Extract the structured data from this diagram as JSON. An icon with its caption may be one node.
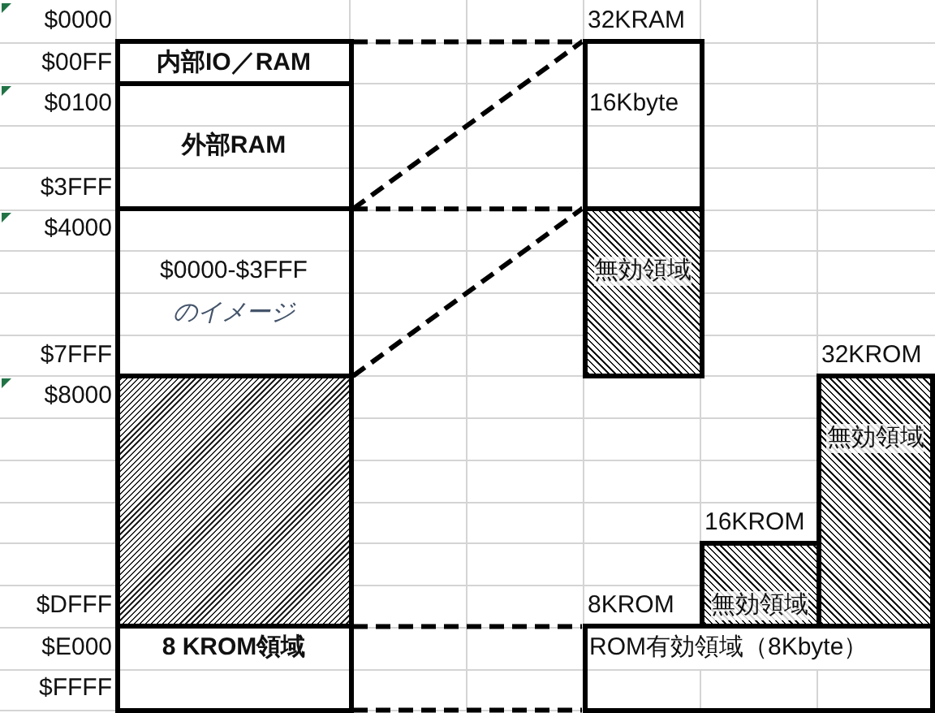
{
  "diagram": {
    "nodes": [
      {
        "text": [
          "内部IO／RAM"
        ]
      },
      {
        "text": [
          "外部RAM"
        ]
      },
      {
        "text": [
          "$0000-$3FFF",
          "のイメージ"
        ]
      },
      {
        "text": [],
        "shape": "box"
      },
      {
        "text": [
          "8 KROM領域"
        ]
      },
      {
        "text": [
          "16Kbyte"
        ]
      },
      {
        "text": [
          "無効領域"
        ]
      },
      {
        "text": [
          "無効領域"
        ]
      },
      {
        "text": [
          "無効領域"
        ]
      },
      {
        "text": [
          "ROM有効領域（8Kbyte）"
        ]
      }
    ],
    "edges": [
      {
        "from": 0,
        "to": 5,
        "arrow": "none",
        "style": "dashed"
      },
      {
        "from": 1,
        "to": 5,
        "arrow": "none",
        "style": "dashed"
      },
      {
        "from": 2,
        "to": 6,
        "arrow": "none",
        "style": "dashed"
      },
      {
        "from": 2,
        "to": 6,
        "arrow": "none",
        "style": "dashed"
      },
      {
        "from": 4,
        "to": 9,
        "arrow": "none",
        "style": "dashed"
      },
      {
        "from": 4,
        "to": 9,
        "arrow": "none",
        "style": "dashed"
      }
    ],
    "labels": [
      "$0000",
      "32KRAM",
      "$00FF",
      "$0100",
      "$3FFF",
      "$4000",
      "$7FFF",
      "32KROM",
      "$8000",
      "16KROM",
      "$DFFF",
      "8KROM",
      "$E000",
      "$FFFF"
    ]
  }
}
